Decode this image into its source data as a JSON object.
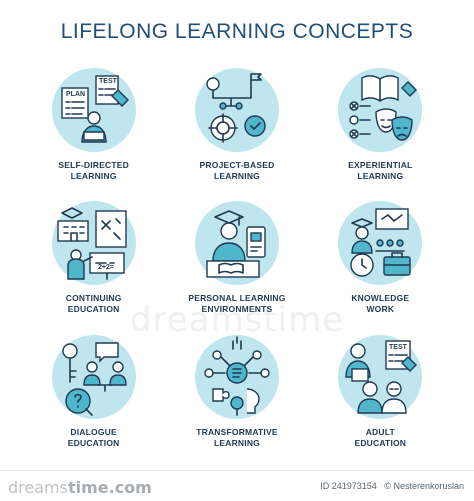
{
  "title": "LIFELONG LEARNING CONCEPTS",
  "accent_color": "#4fb6cc",
  "circle_color": "#bfe6ee",
  "text_color": "#1f3a52",
  "concepts": [
    {
      "line1": "SELF-DIRECTED",
      "line2": "LEARNING",
      "icon": "plan-test-reader-icon",
      "icon_labels": [
        "PLAN",
        "TEST"
      ]
    },
    {
      "line1": "PROJECT-BASED",
      "line2": "LEARNING",
      "icon": "project-network-icon",
      "icon_labels": []
    },
    {
      "line1": "EXPERIENTIAL",
      "line2": "LEARNING",
      "icon": "book-masks-icon",
      "icon_labels": []
    },
    {
      "line1": "CONTINUING",
      "line2": "EDUCATION",
      "icon": "school-board-icon",
      "icon_labels": []
    },
    {
      "line1": "PERSONAL LEARNING",
      "line2": "ENVIRONMENTS",
      "icon": "graduate-laptop-icon",
      "icon_labels": []
    },
    {
      "line1": "KNOWLEDGE",
      "line2": "WORK",
      "icon": "presenter-clock-briefcase-icon",
      "icon_labels": []
    },
    {
      "line1": "DIALOGUE",
      "line2": "EDUCATION",
      "icon": "key-conversation-icon",
      "icon_labels": []
    },
    {
      "line1": "TRANSFORMATIVE",
      "line2": "LEARNING",
      "icon": "head-puzzle-icon",
      "icon_labels": []
    },
    {
      "line1": "ADULT",
      "line2": "EDUCATION",
      "icon": "adult-test-icon",
      "icon_labels": [
        "TEST"
      ]
    }
  ],
  "footer": {
    "brand_left": "dreams",
    "brand_right": "time.com",
    "id_text": "ID 241973154",
    "credit": "© Nesterenkoruslan"
  },
  "watermark": "dreamstime"
}
